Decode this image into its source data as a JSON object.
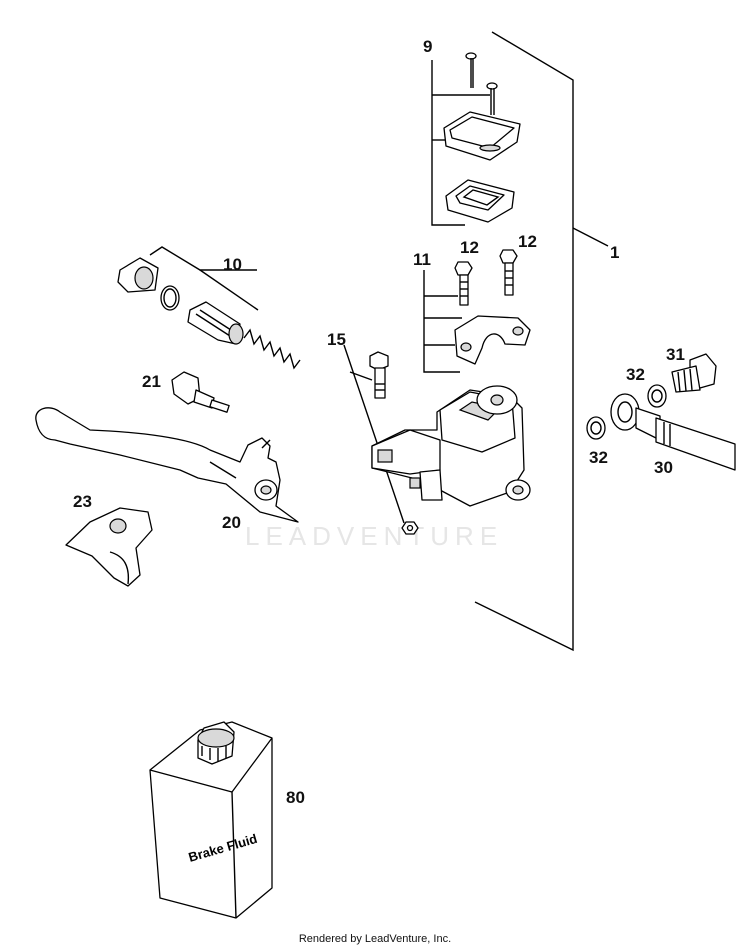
{
  "labels": {
    "l1": "1",
    "l9": "9",
    "l10": "10",
    "l11": "11",
    "l12a": "12",
    "l12b": "12",
    "l15": "15",
    "l20": "20",
    "l21": "21",
    "l23": "23",
    "l30": "30",
    "l31": "31",
    "l32a": "32",
    "l32b": "32",
    "l80": "80"
  },
  "bottle_text": "Brake Fluid",
  "watermark": "LEADVENTURE",
  "footer": "Rendered by LeadVenture, Inc."
}
